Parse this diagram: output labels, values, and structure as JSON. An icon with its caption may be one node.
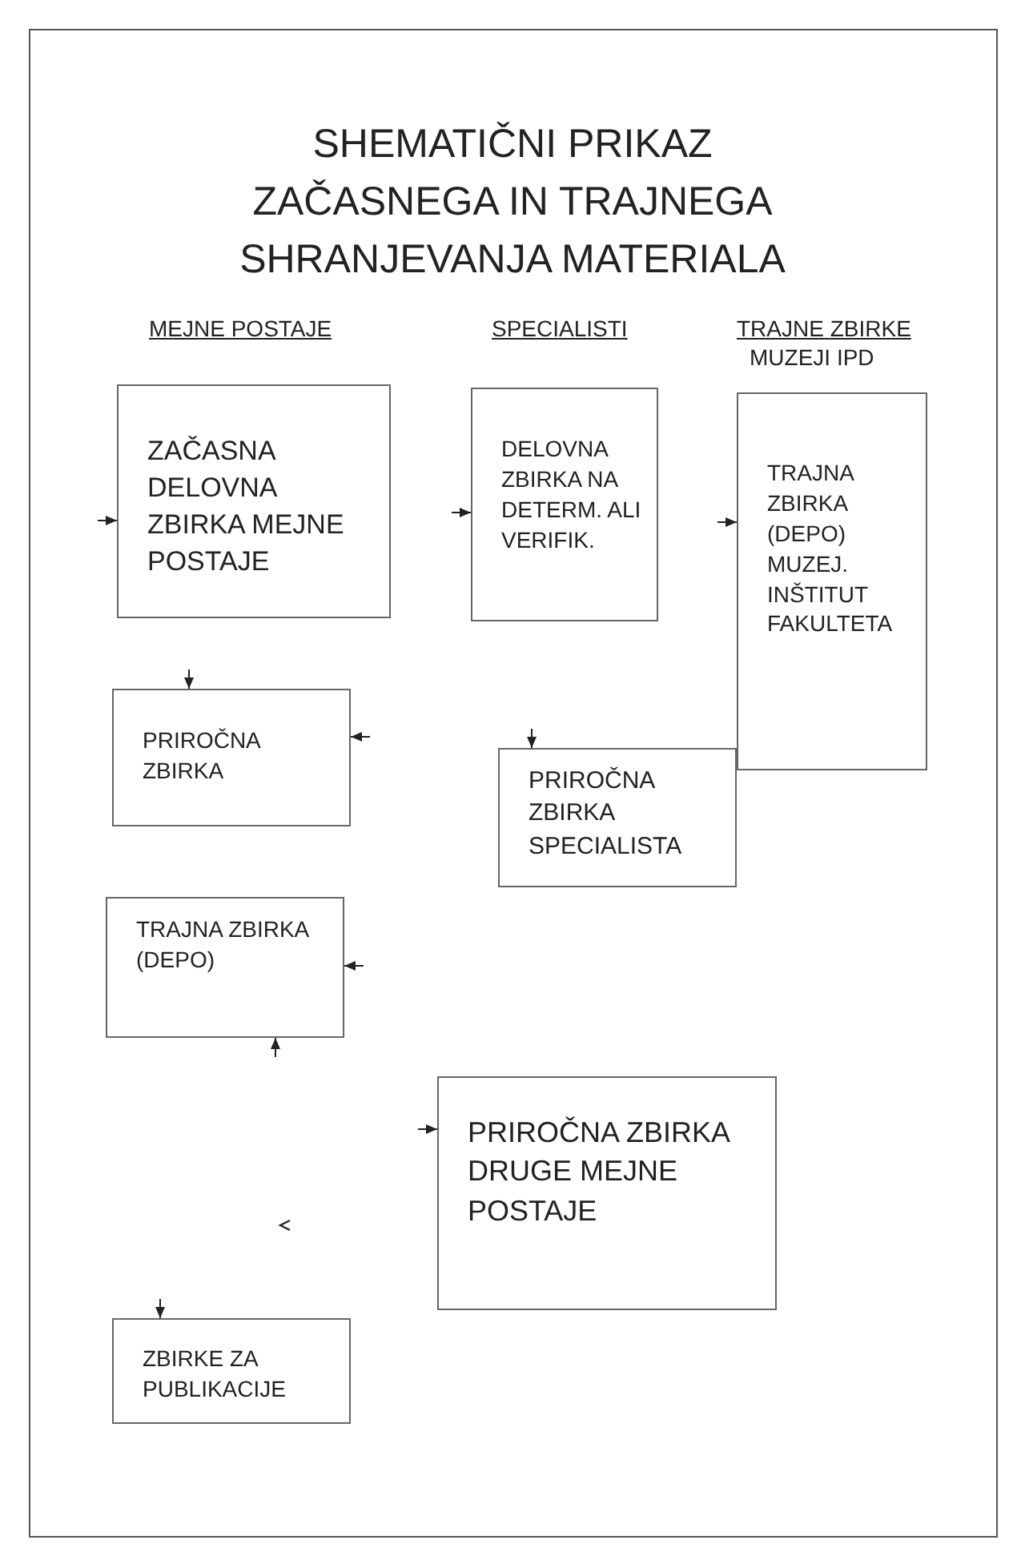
{
  "diagram": {
    "title": "SHEMATIČNI PRIKAZ ZAČASNEGA IN TRAJNEGA SHRANJEVANJA MATERIALA",
    "nodes": [
      {
        "text": [
          "ZAČASNA DELOVNA ZBIRKA MEJNE POSTAJE"
        ]
      },
      {
        "text": [
          "DELOVNA ZBIRKA NA DETERM. ALI VERIFIK."
        ]
      },
      {
        "text": [
          "TRAJNA ZBIRKA (DEPO) MUZEJ. INŠTITUT FAKULTETA"
        ]
      },
      {
        "text": [
          "PRIROČNA ZBIRKA"
        ]
      },
      {
        "text": [
          "PRIROČNA ZBIRKA SPECIALISTA"
        ]
      },
      {
        "text": [
          "TRAJNA ZBIRKA (DEPO)"
        ]
      },
      {
        "text": [
          "PRIROČNA ZBIRKA DRUGE MEJNE POSTAJE"
        ]
      },
      {
        "text": [
          "ZBIRKE ZA PUBLIKACIJE"
        ]
      }
    ],
    "edges": [
      {
        "from": null,
        "to": 0,
        "arrow": "to"
      },
      {
        "from": null,
        "to": 1,
        "arrow": "to"
      },
      {
        "from": null,
        "to": 2,
        "arrow": "to"
      },
      {
        "from": null,
        "to": 3,
        "arrow": "to"
      },
      {
        "from": null,
        "to": 3,
        "arrow": "to"
      },
      {
        "from": null,
        "to": 4,
        "arrow": "to"
      },
      {
        "from": null,
        "to": 5,
        "arrow": "to"
      },
      {
        "from": null,
        "to": 5,
        "arrow": "to"
      },
      {
        "from": null,
        "to": 6,
        "arrow": "to"
      },
      {
        "from": null,
        "to": 7,
        "arrow": "to"
      }
    ],
    "labels": [
      "MEJNE POSTAJE",
      "SPECIALISTI",
      "TRAJNE ZBIRKE",
      "MUZEJI IPD"
    ]
  }
}
